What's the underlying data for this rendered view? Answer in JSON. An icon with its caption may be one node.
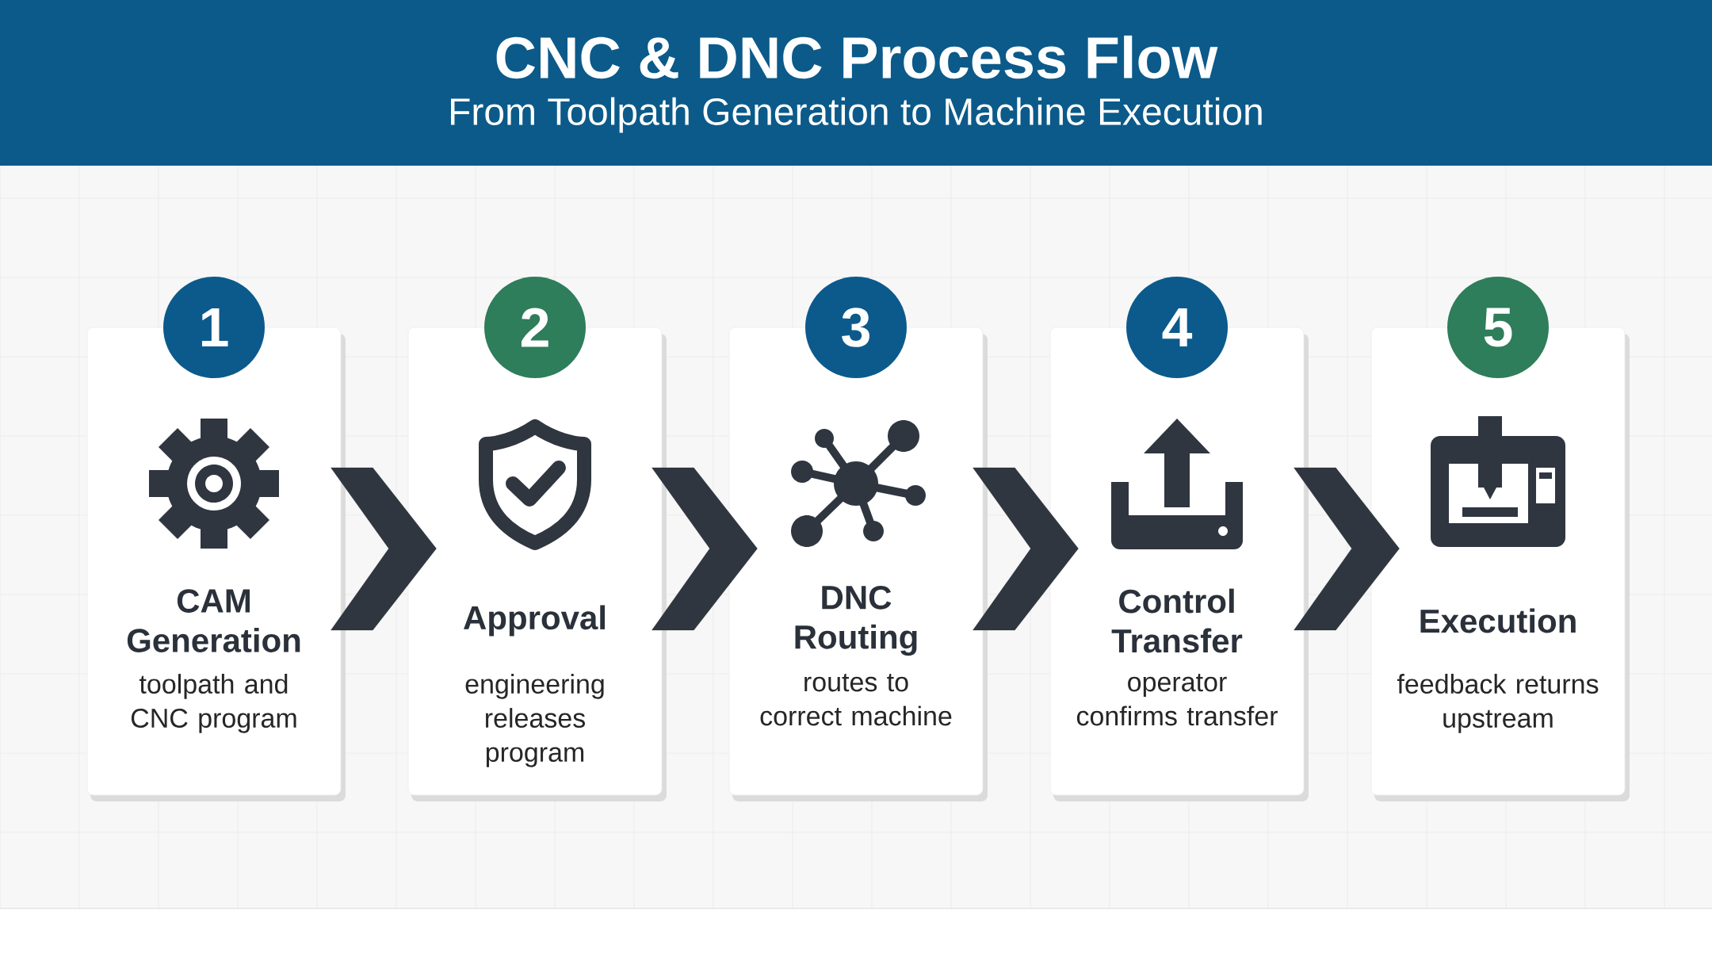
{
  "diagram": {
    "title": "CNC & DNC Process Flow",
    "nodes": [
      {
        "text": [
          "1"
        ]
      },
      {
        "text": [
          "CAM Generation",
          "toolpath and CNC program"
        ]
      },
      {
        "text": [
          "2"
        ]
      },
      {
        "text": [
          "Approval",
          "engineering releases program"
        ]
      },
      {
        "text": [
          "3"
        ]
      },
      {
        "text": [
          "DNC Routing",
          "routes to correct machine"
        ]
      },
      {
        "text": [
          "4"
        ]
      },
      {
        "text": [
          "Control Transfer",
          "operator confirms transfer"
        ]
      },
      {
        "text": [
          "5"
        ]
      },
      {
        "text": [
          "Execution",
          "feedback returns upstream"
        ]
      }
    ],
    "edges": [
      {
        "from": 1,
        "to": 3,
        "arrow": "to"
      },
      {
        "from": 3,
        "to": 5,
        "arrow": "to"
      },
      {
        "from": 5,
        "to": 7,
        "arrow": "to"
      },
      {
        "from": 7,
        "to": 9,
        "arrow": "to"
      }
    ],
    "labels": [
      "From Toolpath Generation to Machine Execution"
    ]
  }
}
